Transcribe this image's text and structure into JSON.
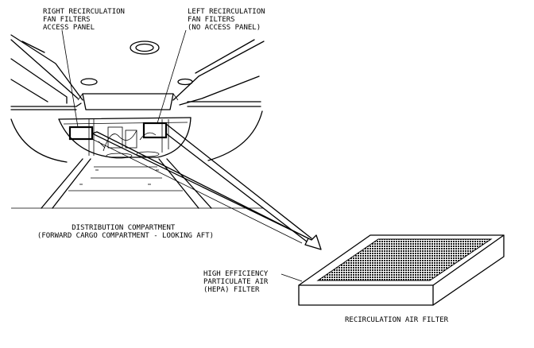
{
  "labels": {
    "right_filters": [
      "RIGHT RECIRCULATION",
      "FAN FILTERS",
      "ACCESS PANEL"
    ],
    "left_filters": [
      "LEFT RECIRCULATION",
      "FAN FILTERS",
      "(NO ACCESS PANEL)"
    ],
    "compartment": [
      "DISTRIBUTION COMPARTMENT",
      "(FORWARD CARGO COMPARTMENT - LOOKING AFT)"
    ],
    "hepa": [
      "HIGH EFFICIENCY",
      "PARTICULATE AIR",
      "(HEPA) FILTER"
    ],
    "filter_caption": "RECIRCULATION AIR FILTER"
  }
}
